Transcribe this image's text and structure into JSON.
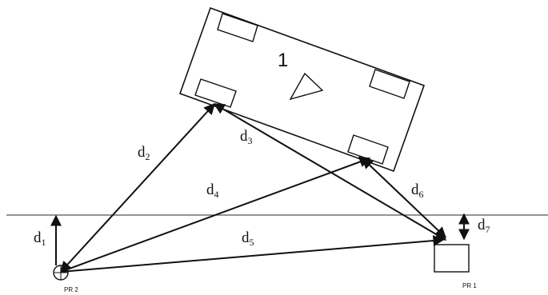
{
  "vehicle": {
    "label": "1"
  },
  "points": {
    "pr2": "PR 2",
    "pr1": "PR 1"
  },
  "distances": {
    "d1": {
      "base": "d",
      "sub": "1"
    },
    "d2": {
      "base": "d",
      "sub": "2"
    },
    "d3": {
      "base": "d",
      "sub": "3"
    },
    "d4": {
      "base": "d",
      "sub": "4"
    },
    "d5": {
      "base": "d",
      "sub": "5"
    },
    "d6": {
      "base": "d",
      "sub": "6"
    },
    "d7": {
      "base": "d",
      "sub": "7"
    }
  },
  "colors": {
    "line": "#111111",
    "ground": "#555555",
    "background": "#ffffff"
  }
}
